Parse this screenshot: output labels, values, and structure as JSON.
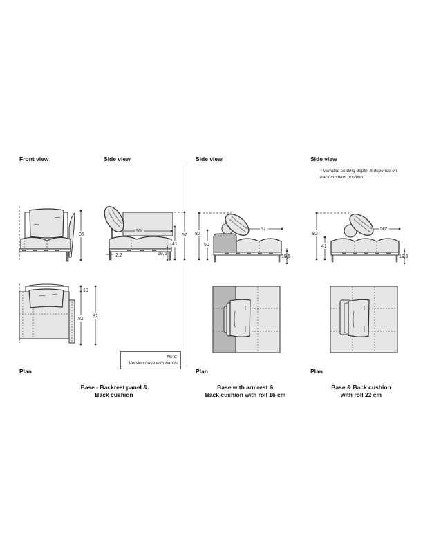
{
  "colors": {
    "cushion_fill": "#e6e6e6",
    "armrest_fill": "#b8b8b8",
    "line": "#333333",
    "divider": "#bdbdbd"
  },
  "section1": {
    "front_view_label": "Front view",
    "side_view_label": "Side view",
    "plan_label": "Plan",
    "caption": "Base - Backrest panel &\nBack cushion",
    "note_title": "Note:",
    "note_text": "Version base with bands",
    "front_dims": {
      "height": "86"
    },
    "side_dims": {
      "depth": "55",
      "back_height": "67",
      "seat_height": "41",
      "base_height": "19,5",
      "leg": "2,2"
    },
    "plan_dims": {
      "back": "10",
      "seat_depth": "82",
      "total_depth": "92"
    }
  },
  "section2": {
    "side_view_label": "Side view",
    "plan_label": "Plan",
    "caption": "Base with armrest &\nBack cushion with roll 16 cm",
    "side_dims": {
      "total_height": "82",
      "armrest_height": "50",
      "depth": "57",
      "base_height": "19,5"
    }
  },
  "section3": {
    "side_view_label": "Side view",
    "plan_label": "Plan",
    "footnote": "* Variable seating depth, it depends on\nback cushion position",
    "caption": "Base & Back cushion\nwith roll 22 cm",
    "side_dims": {
      "total_height": "82",
      "seat_height": "41",
      "depth": "50*",
      "base_height": "19,5"
    }
  }
}
